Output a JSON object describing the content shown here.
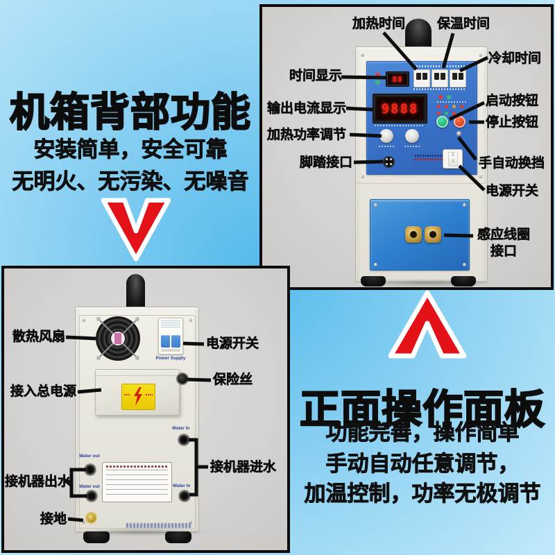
{
  "colors": {
    "accent_red": "#e31219",
    "panel_blue_upper": "#3b74c9",
    "panel_blue_lower": "#2f7fd0",
    "led_red": "#ff2015",
    "background_blue": "#76c8f0",
    "photo_background": "#d5d3d1",
    "frame_black": "#0c0c0c"
  },
  "back_section": {
    "title": "机箱背部功能",
    "line1": "安装简单，安全可靠",
    "line2": "无明火、无污染、无噪音"
  },
  "front_section": {
    "title": "正面操作面板",
    "line1": "功能完善，操作简单",
    "line2": "手动自动任意调节，",
    "line3": "加温控制，功率无极调节"
  },
  "front_machine": {
    "display_small": "88",
    "display_large": "9888",
    "rocker_top": "0",
    "rocker_bottom": "1",
    "labels": {
      "heating_time": "加热时间",
      "holding_time": "保温时间",
      "cooling_time": "冷却时间",
      "time_display": "时间显示",
      "output_current_display": "输出电流显示",
      "heating_power_adjust": "加热功率调节",
      "foot_pedal_port": "脚踏接口",
      "start_button": "启动按钮",
      "stop_button": "停止按钮",
      "manual_auto_switch": "手自动换挡",
      "power_switch": "电源开关",
      "induction_coil_line1": "感应线圈",
      "induction_coil_line2": "接口"
    }
  },
  "rear_machine": {
    "breaker_label": "Power Supply",
    "water_out_top": "Water out",
    "water_out_bottom": "Water out",
    "water_in_top": "Water In",
    "water_in_bottom": "Water In",
    "labels": {
      "cooling_fan": "散热风扇",
      "power_switch": "电源开关",
      "main_power_input": "接入总电源",
      "fuse": "保险丝",
      "water_outlet": "接机器出水",
      "water_inlet": "接机器进水",
      "ground": "接地"
    }
  }
}
